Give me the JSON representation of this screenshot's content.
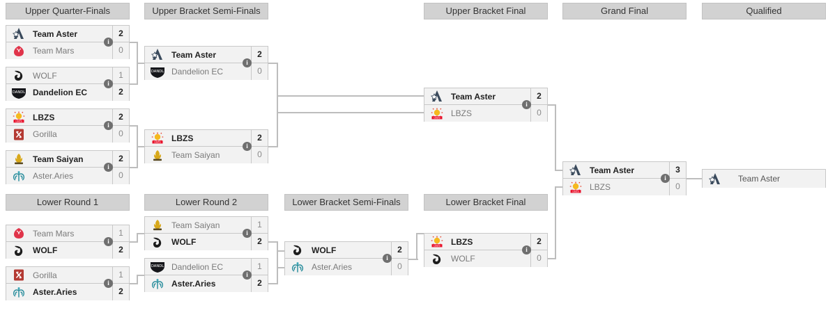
{
  "tournament": {
    "layout": "double-elimination-bracket",
    "colors": {
      "header_bg": "#d2d2d2",
      "match_bg": "#f2f2f2",
      "border": "#c8c8c8",
      "connector": "#bdbdbd",
      "winner_text": "#222222",
      "loser_text": "#7a7a7a",
      "info_badge": "#6f6f6f"
    }
  },
  "headers": {
    "upper_quarter_finals": "Upper Quarter-Finals",
    "upper_semi_finals": "Upper Bracket Semi-Finals",
    "upper_final": "Upper Bracket Final",
    "grand_final": "Grand Final",
    "qualified": "Qualified",
    "lower_round_1": "Lower Round 1",
    "lower_round_2": "Lower Round 2",
    "lower_semi_finals": "Lower Bracket Semi-Finals",
    "lower_final": "Lower Bracket Final"
  },
  "info_label": "i",
  "matches": {
    "uqf1": {
      "top": {
        "team": "Team Aster",
        "score": "2",
        "logo": "team-aster-logo",
        "winner": true
      },
      "bottom": {
        "team": "Team Mars",
        "score": "0",
        "logo": "team-mars-logo",
        "winner": false
      }
    },
    "uqf2": {
      "top": {
        "team": "WOLF",
        "score": "1",
        "logo": "wolf-logo",
        "winner": false
      },
      "bottom": {
        "team": "Dandelion EC",
        "score": "2",
        "logo": "dandelion-ec-logo",
        "winner": true
      }
    },
    "uqf3": {
      "top": {
        "team": "LBZS",
        "score": "2",
        "logo": "lbzs-logo",
        "winner": true
      },
      "bottom": {
        "team": "Gorilla",
        "score": "0",
        "logo": "gorilla-logo",
        "winner": false
      }
    },
    "uqf4": {
      "top": {
        "team": "Team Saiyan",
        "score": "2",
        "logo": "team-saiyan-logo",
        "winner": true
      },
      "bottom": {
        "team": "Aster.Aries",
        "score": "0",
        "logo": "aster-aries-logo",
        "winner": false
      }
    },
    "usf1": {
      "top": {
        "team": "Team Aster",
        "score": "2",
        "logo": "team-aster-logo",
        "winner": true
      },
      "bottom": {
        "team": "Dandelion EC",
        "score": "0",
        "logo": "dandelion-ec-logo",
        "winner": false
      }
    },
    "usf2": {
      "top": {
        "team": "LBZS",
        "score": "2",
        "logo": "lbzs-logo",
        "winner": true
      },
      "bottom": {
        "team": "Team Saiyan",
        "score": "0",
        "logo": "team-saiyan-logo",
        "winner": false
      }
    },
    "ubf": {
      "top": {
        "team": "Team Aster",
        "score": "2",
        "logo": "team-aster-logo",
        "winner": true
      },
      "bottom": {
        "team": "LBZS",
        "score": "0",
        "logo": "lbzs-logo",
        "winner": false
      }
    },
    "gf": {
      "top": {
        "team": "Team Aster",
        "score": "3",
        "logo": "team-aster-logo",
        "winner": true
      },
      "bottom": {
        "team": "LBZS",
        "score": "0",
        "logo": "lbzs-logo",
        "winner": false
      }
    },
    "qualified": {
      "top": {
        "team": "Team Aster",
        "logo": "team-aster-logo"
      }
    },
    "lr1m1": {
      "top": {
        "team": "Team Mars",
        "score": "1",
        "logo": "team-mars-logo",
        "winner": false
      },
      "bottom": {
        "team": "WOLF",
        "score": "2",
        "logo": "wolf-logo",
        "winner": true
      }
    },
    "lr1m2": {
      "top": {
        "team": "Gorilla",
        "score": "1",
        "logo": "gorilla-logo",
        "winner": false
      },
      "bottom": {
        "team": "Aster.Aries",
        "score": "2",
        "logo": "aster-aries-logo",
        "winner": true
      }
    },
    "lr2m1": {
      "top": {
        "team": "Team Saiyan",
        "score": "1",
        "logo": "team-saiyan-logo",
        "winner": false
      },
      "bottom": {
        "team": "WOLF",
        "score": "2",
        "logo": "wolf-logo",
        "winner": true
      }
    },
    "lr2m2": {
      "top": {
        "team": "Dandelion EC",
        "score": "1",
        "logo": "dandelion-ec-logo",
        "winner": false
      },
      "bottom": {
        "team": "Aster.Aries",
        "score": "2",
        "logo": "aster-aries-logo",
        "winner": true
      }
    },
    "lsf": {
      "top": {
        "team": "WOLF",
        "score": "2",
        "logo": "wolf-logo",
        "winner": true
      },
      "bottom": {
        "team": "Aster.Aries",
        "score": "0",
        "logo": "aster-aries-logo",
        "winner": false
      }
    },
    "lbf": {
      "top": {
        "team": "LBZS",
        "score": "2",
        "logo": "lbzs-logo",
        "winner": true
      },
      "bottom": {
        "team": "WOLF",
        "score": "0",
        "logo": "wolf-logo",
        "winner": false
      }
    }
  }
}
